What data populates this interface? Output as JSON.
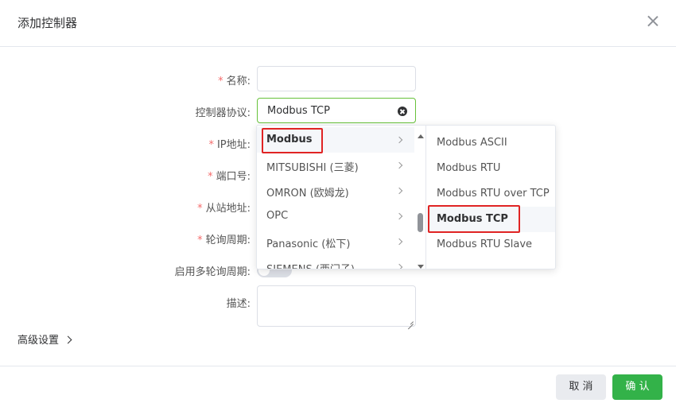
{
  "dialog": {
    "title": "添加控制器",
    "advanced_label": "高级设置",
    "cancel_label": "取 消",
    "ok_label": "确 认"
  },
  "form": {
    "name_label": "名称:",
    "protocol_label": "控制器协议:",
    "protocol_value": "Modbus TCP",
    "ip_label": "IP地址:",
    "port_label": "端口号:",
    "slave_label": "从站地址:",
    "poll_label": "轮询周期:",
    "multi_poll_label": "启用多轮询周期:",
    "desc_label": "描述:",
    "required_mark": "*"
  },
  "cascader": {
    "level1": [
      {
        "label": "Modbus",
        "selected": true
      },
      {
        "label": "MITSUBISHI (三菱)"
      },
      {
        "label": "OMRON (欧姆龙)"
      },
      {
        "label": "OPC"
      },
      {
        "label": "Panasonic (松下)"
      },
      {
        "label": "SIEMENS (西门子)"
      }
    ],
    "level2": [
      {
        "label": "Modbus ASCII"
      },
      {
        "label": "Modbus RTU"
      },
      {
        "label": "Modbus RTU over TCP"
      },
      {
        "label": "Modbus TCP",
        "selected": true
      },
      {
        "label": "Modbus RTU Slave"
      }
    ]
  },
  "colors": {
    "required": "#f56c6c",
    "primary_button": "#33b249",
    "active_border": "#67c23a",
    "highlight_box": "#e02424"
  },
  "icons": [
    "close-icon",
    "clear-icon",
    "chevron-right-icon",
    "scroll-up-icon",
    "scroll-down-icon",
    "resize-grip-icon"
  ]
}
